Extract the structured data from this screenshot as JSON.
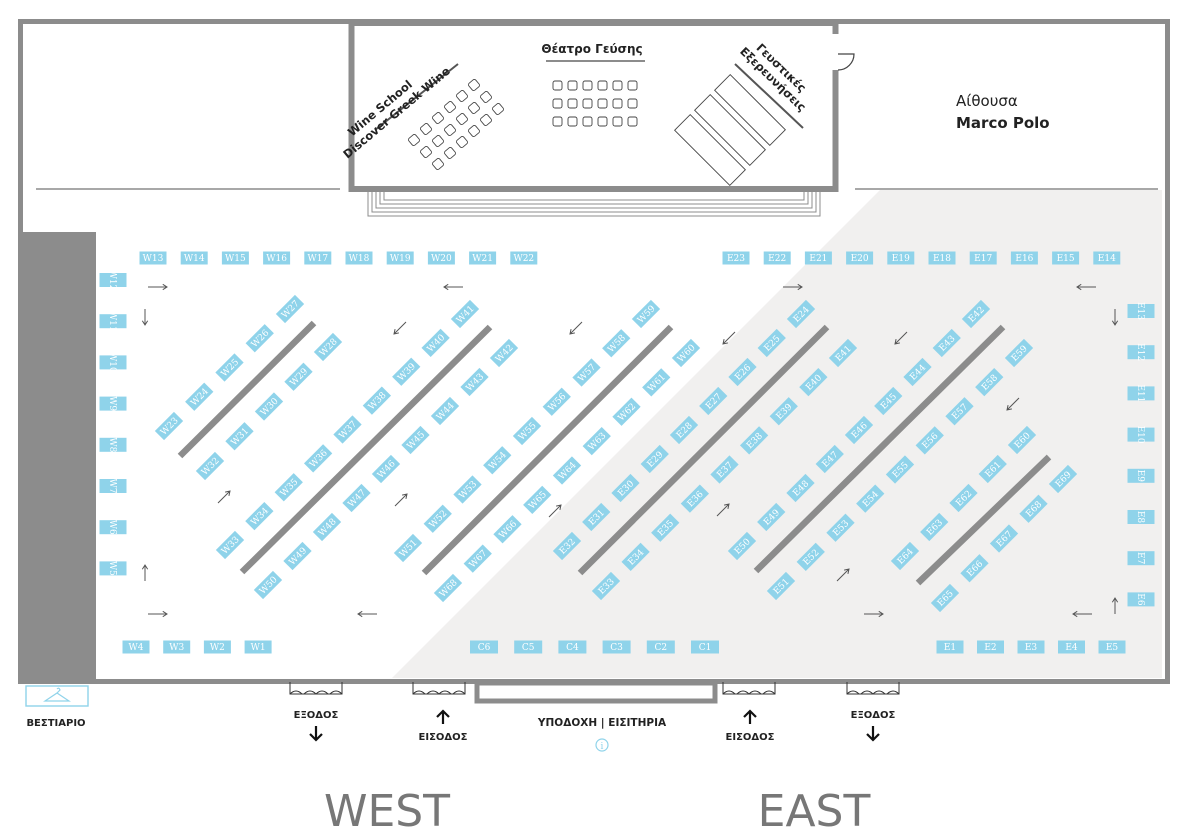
{
  "zones": {
    "wine_school": {
      "line1": "Wine School",
      "line2": "Discover Greek Wine"
    },
    "theatre": "Θέατρο Γεύσης",
    "tastings": {
      "line1": "Γευστικές",
      "line2": "Εξερευνήσεις"
    },
    "hall": {
      "line1": "Αίθουσα",
      "line2": "Marco Polo"
    },
    "cloakroom": "ΒΕΣΤΙΑΡΙΟ",
    "reception": "ΥΠΟΔΟΧΗ | ΕΙΣΙΤΗΡΙΑ",
    "info_icon": "info-icon",
    "west": "WEST",
    "east": "EAST"
  },
  "doors": {
    "exit": "ΕΞΟΔΟΣ",
    "entrance": "ΕΙΣΟΔΟΣ"
  },
  "colors": {
    "booth": "#8fd3ea",
    "wall": "#8c8c8c",
    "text": "#222222",
    "shade": "#f1f0ef",
    "label_light": "#777777"
  },
  "booths": {
    "west_top": [
      "W13",
      "W14",
      "W15",
      "W16",
      "W17",
      "W18",
      "W19",
      "W20",
      "W21",
      "W22"
    ],
    "west_left": [
      "W12",
      "W11",
      "W10",
      "W9",
      "W8",
      "W7",
      "W6",
      "W5"
    ],
    "west_bottom": [
      "W4",
      "W3",
      "W2",
      "W1"
    ],
    "center_bottom": [
      "C6",
      "C5",
      "C4",
      "C3",
      "C2",
      "C1"
    ],
    "east_top": [
      "E23",
      "E22",
      "E21",
      "E20",
      "E19",
      "E18",
      "E17",
      "E16",
      "E15",
      "E14"
    ],
    "east_right": [
      "E13",
      "E12",
      "E11",
      "E10",
      "E9",
      "E8",
      "E7",
      "E6"
    ],
    "east_bottom": [
      "E1",
      "E2",
      "E3",
      "E4",
      "E5"
    ],
    "rows": [
      {
        "a": [
          "W23",
          "W24",
          "W25",
          "W26",
          "W27"
        ],
        "b": [
          "W32",
          "W31",
          "W30",
          "W29",
          "W28"
        ]
      },
      {
        "a": [
          "W33",
          "W34",
          "W35",
          "W36",
          "W37",
          "W38",
          "W39",
          "W40",
          "W41"
        ],
        "b": [
          "W50",
          "W49",
          "W48",
          "W47",
          "W46",
          "W45",
          "W44",
          "W43",
          "W42"
        ]
      },
      {
        "a": [
          "W51",
          "W52",
          "W53",
          "W54",
          "W55",
          "W56",
          "W57",
          "W58",
          "W59"
        ],
        "b": [
          "W68",
          "W67",
          "W66",
          "W65",
          "W64",
          "W63",
          "W62",
          "W61",
          "W60"
        ]
      },
      {
        "a": [
          "E32",
          "E31",
          "E30",
          "E29",
          "E28",
          "E27",
          "E26",
          "E25",
          "E24"
        ],
        "b": [
          "E33",
          "E34",
          "E35",
          "E36",
          "E37",
          "E38",
          "E39",
          "E40",
          "E41"
        ]
      },
      {
        "a": [
          "E50",
          "E49",
          "E48",
          "E47",
          "E46",
          "E45",
          "E44",
          "E43",
          "E42"
        ],
        "b": [
          "E51",
          "E52",
          "E53",
          "E54",
          "E55",
          "E56",
          "E57",
          "E58",
          "E59"
        ]
      },
      {
        "a": [
          "E64",
          "E63",
          "E62",
          "E61",
          "E60"
        ],
        "b": [
          "E65",
          "E66",
          "E67",
          "E68",
          "E69"
        ]
      }
    ]
  }
}
